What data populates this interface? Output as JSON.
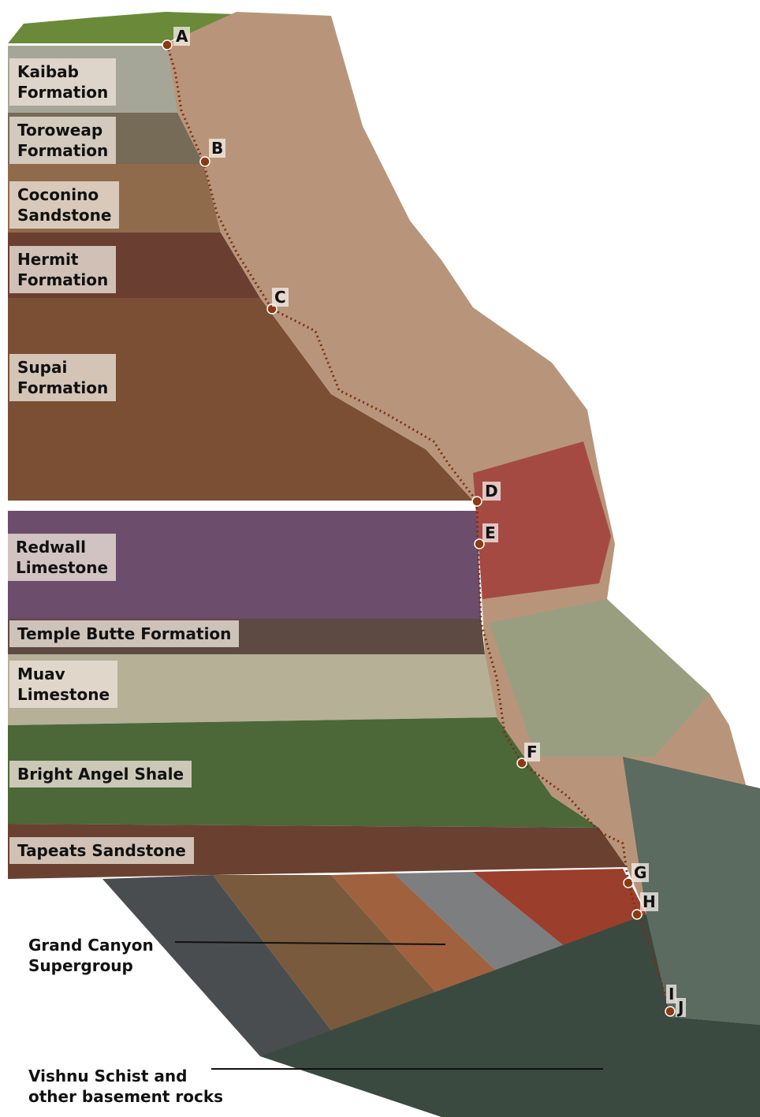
{
  "layers": [
    {
      "label": "Kaibab\nFormation",
      "color": "#a7a89a"
    },
    {
      "label": "Toroweap\nFormation",
      "color": "#7a6f5a"
    },
    {
      "label": "Coconino\nSandstone",
      "color": "#8e6a4d"
    },
    {
      "label": "Hermit\nFormation",
      "color": "#6f4434"
    },
    {
      "label": "Supai\nFormation",
      "color": "#7d5136"
    },
    {
      "label": "Redwall\nLimestone",
      "color": "#6e4f6e"
    },
    {
      "label": "Temple Butte Formation",
      "color": "#5f4a40"
    },
    {
      "label": "Muav\nLimestone",
      "color": "#b6b196"
    },
    {
      "label": "Bright Angel Shale",
      "color": "#4f6a3a"
    },
    {
      "label": "Tapeats Sandstone",
      "color": "#6c4332"
    }
  ],
  "points": [
    "A",
    "B",
    "C",
    "D",
    "E",
    "F",
    "G",
    "H",
    "I",
    "J"
  ],
  "basement_labels": {
    "supergroup": "Grand Canyon\nSupergroup",
    "schist": "Vishnu Schist and\nother basement rocks"
  },
  "colors": {
    "trail": "#7a2e10",
    "point": "#8b3a12",
    "schist": "#3b4a40",
    "supergroup_red": "#9c3e2c",
    "supergroup_gray": "#7c7e80"
  }
}
